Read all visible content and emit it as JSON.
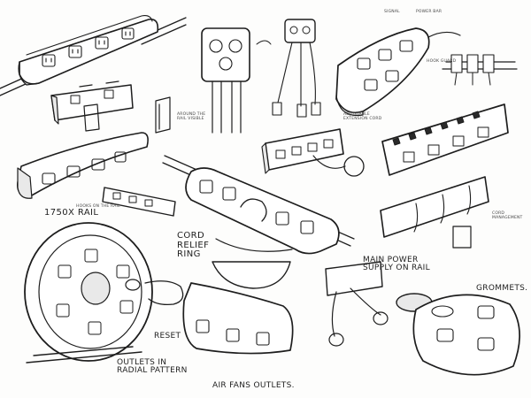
{
  "notes": {
    "rail_label": "1750x RAIL",
    "cord_relief": "CORD RELIEF RING",
    "reset": "RESET",
    "outlets_radial": "OUTLETS IN RADIAL PATTERN",
    "air_fans": "AIR FANS OUTLETS.",
    "main_power": "MAIN POWER SUPPLY ON RAIL",
    "grommets": "GROMMETS.",
    "around_rail": "AROUND THE RAIL VISIBLE",
    "adjustable_cord": "ADJUSTABLE EXTENSION CORD",
    "label_top_right_1": "SIGNAL",
    "label_top_right_2": "POWER BAR",
    "label_top_right_3": "HOOK GUARD",
    "label_small_rail": "HOOKS ON THE RAIL",
    "label_cord_mgmt": "CORD MANAGEMENT"
  }
}
